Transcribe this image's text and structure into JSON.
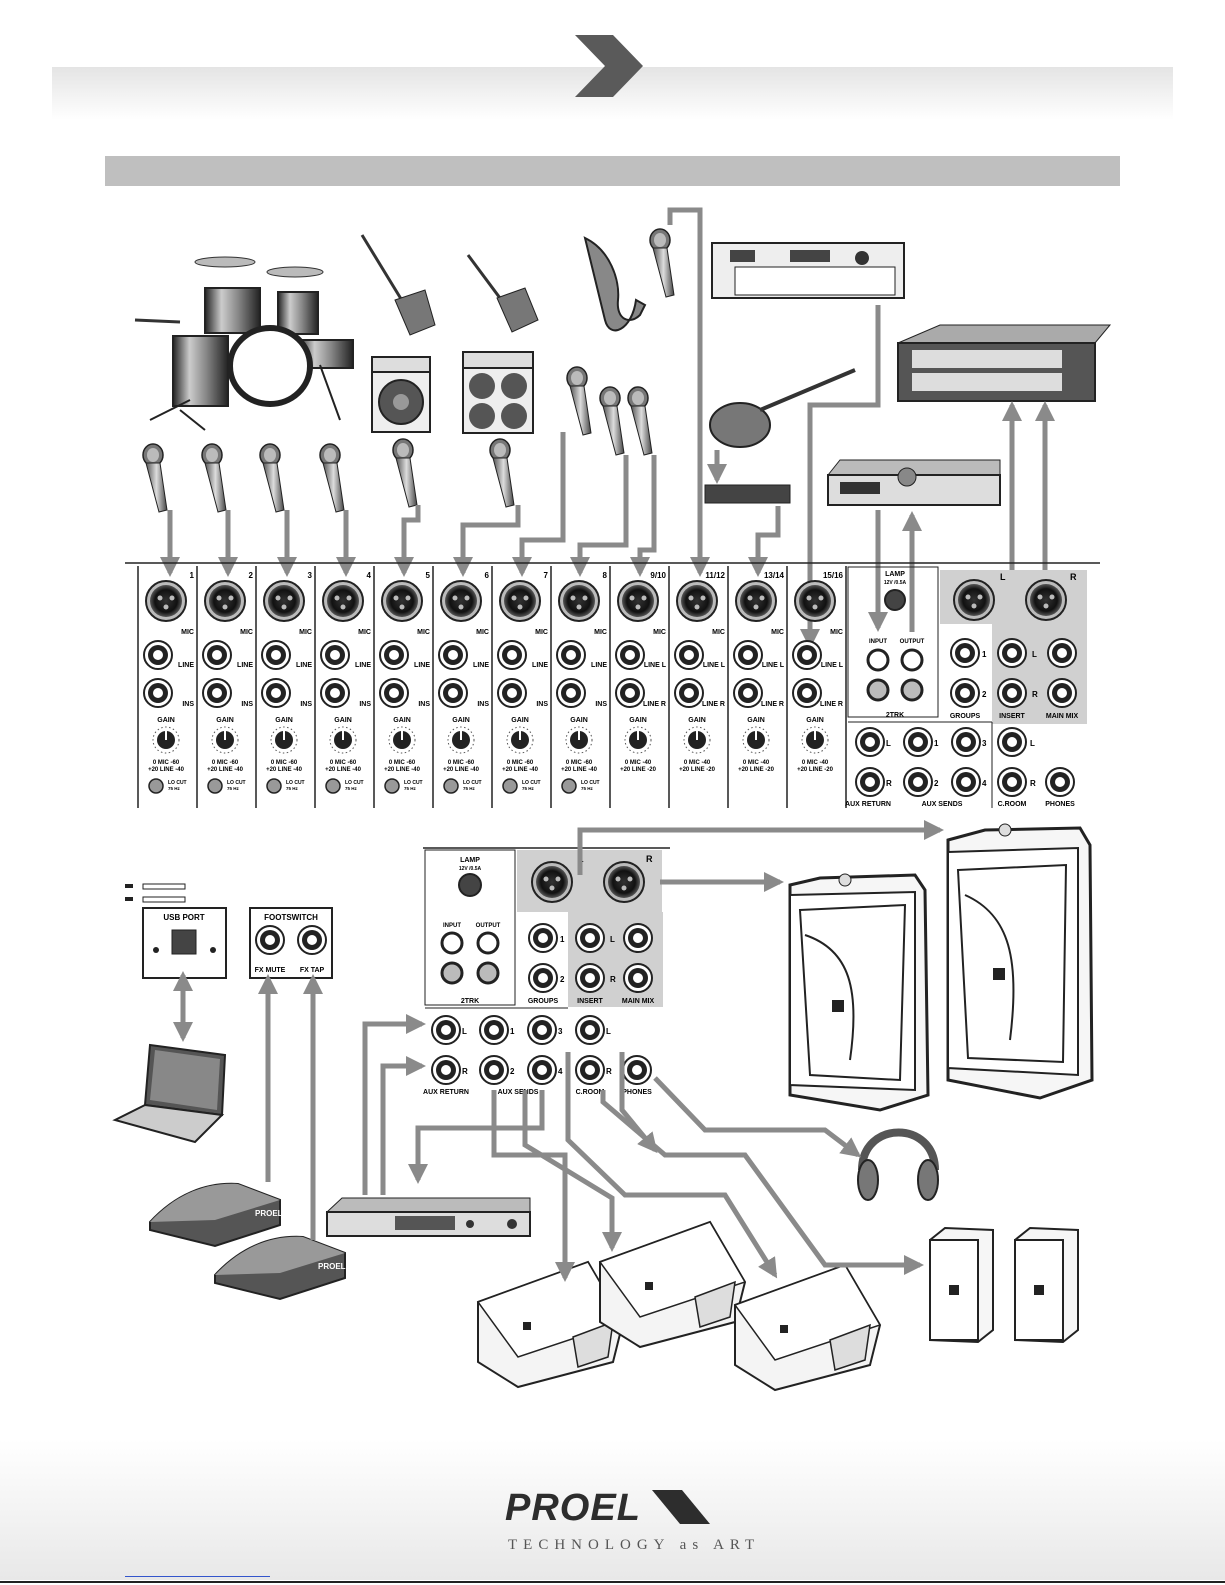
{
  "brand": {
    "logo": "PROEL",
    "tagline": "TECHNOLOGY as ART"
  },
  "mixer": {
    "channel_numbers": [
      "1",
      "2",
      "3",
      "4",
      "5",
      "6",
      "7",
      "8",
      "9/10",
      "11/12",
      "13/14",
      "15/16"
    ],
    "mic_label": "MIC",
    "line_label": "LINE",
    "line_l_label": "LINE L",
    "line_r_label": "LINE R",
    "ins_label": "INS",
    "gain_label": "GAIN",
    "gain_range_mono": "0 MIC -60",
    "gain_line_mono": "+20 LINE -40",
    "gain_range_stereo": "0 MIC -40",
    "gain_line_stereo": "+20 LINE -20",
    "locut_label": "LO CUT",
    "locut_freq": "75 Hz",
    "lamp_label": "LAMP",
    "lamp_spec": "12V /0.5A",
    "input_label": "INPUT",
    "output_label": "OUTPUT",
    "twotrk_label": "2TRK",
    "groups_label": "GROUPS",
    "insert_label": "INSERT",
    "mainmix_label": "MAIN MIX",
    "aux_return_label": "AUX RETURN",
    "aux_sends_label": "AUX SENDS",
    "croom_label": "C.ROOM",
    "phones_label": "PHONES",
    "letter_l": "L",
    "letter_r": "R",
    "num_1": "1",
    "num_2": "2",
    "num_3": "3",
    "num_4": "4"
  },
  "rear": {
    "usb_label": "USB PORT",
    "footswitch_label": "FOOTSWITCH",
    "fx_mute_label": "FX MUTE",
    "fx_tap_label": "FX TAP",
    "pedal_brand": "PROEL"
  }
}
